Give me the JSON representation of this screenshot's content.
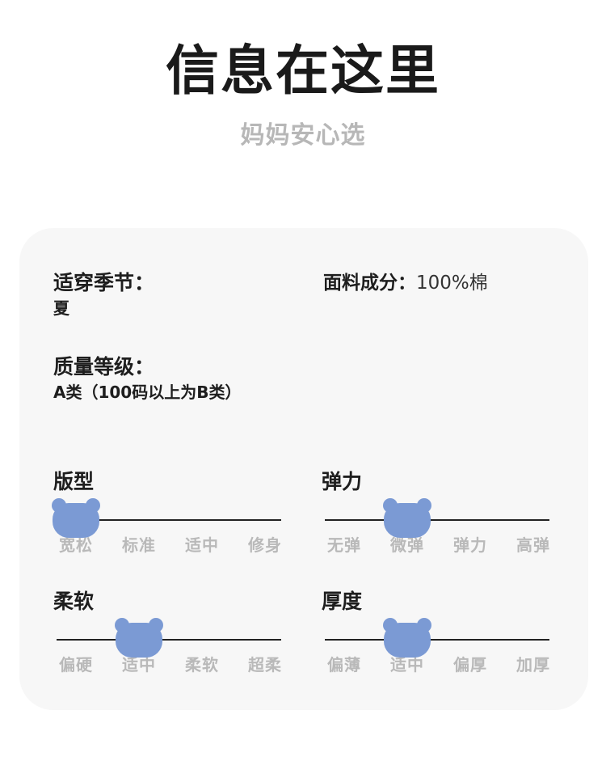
{
  "header": {
    "title": "信息在这里",
    "subtitle": "妈妈安心选"
  },
  "info": {
    "season_label": "适穿季节：",
    "season_value": "夏",
    "fabric_label": "面料成分：",
    "fabric_value": "100%棉",
    "grade_label": "质量等级：",
    "grade_value": "A类（100码以上为B类）"
  },
  "scales": [
    {
      "title": "版型",
      "options": [
        "宽松",
        "标准",
        "适中",
        "修身"
      ],
      "selected_index": 0
    },
    {
      "title": "弹力",
      "options": [
        "无弹",
        "微弹",
        "弹力",
        "高弹"
      ],
      "selected_index": 1
    },
    {
      "title": "柔软",
      "options": [
        "偏硬",
        "适中",
        "柔软",
        "超柔"
      ],
      "selected_index": 1
    },
    {
      "title": "厚度",
      "options": [
        "偏薄",
        "适中",
        "偏厚",
        "加厚"
      ],
      "selected_index": 1
    }
  ],
  "colors": {
    "indicator": "#7b9ad4",
    "muted_text": "#b9b9b9",
    "card_bg": "#f7f7f7"
  },
  "icon": "bear-head-indicator-icon"
}
